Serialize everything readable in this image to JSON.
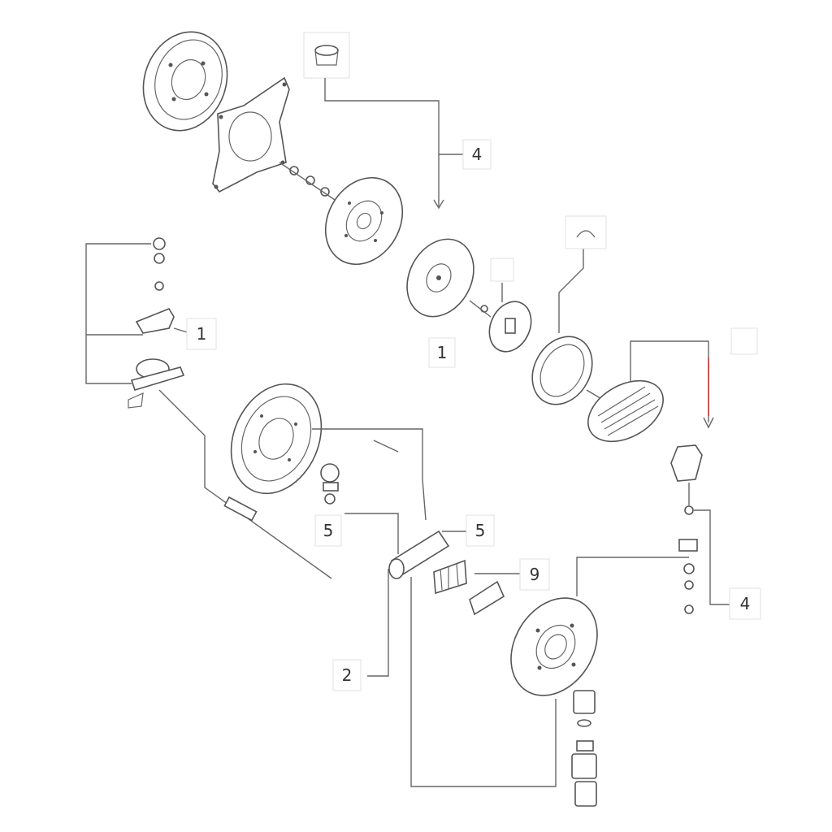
{
  "diagram": {
    "callouts": [
      {
        "id": "c1a",
        "text": "4"
      },
      {
        "id": "c1b",
        "text": "1"
      },
      {
        "id": "c1c",
        "text": "1"
      },
      {
        "id": "c1d",
        "text": "5"
      },
      {
        "id": "c1e",
        "text": "5"
      },
      {
        "id": "c1f",
        "text": "9"
      },
      {
        "id": "c1g",
        "text": "2"
      },
      {
        "id": "c1h",
        "text": "4"
      },
      {
        "id": "c1i",
        "text": ""
      },
      {
        "id": "c1j",
        "text": ""
      },
      {
        "id": "c1k",
        "text": ""
      }
    ],
    "colors": {
      "line": "#555555",
      "accent": "#d23b3b",
      "background": "#ffffff"
    }
  }
}
